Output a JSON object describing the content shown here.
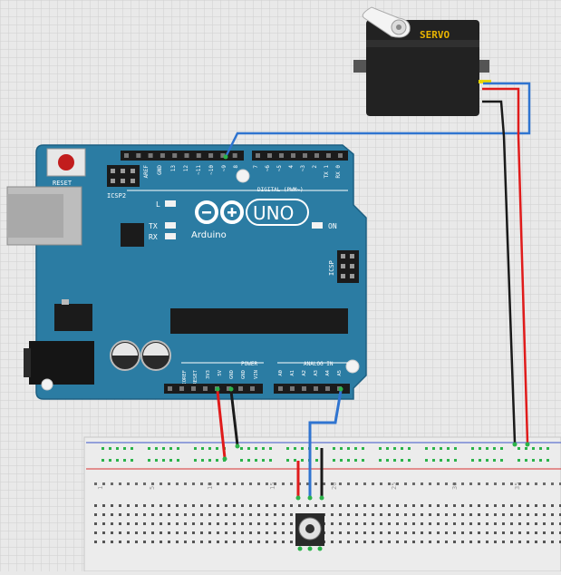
{
  "servo": {
    "label": "SERVO"
  },
  "arduino": {
    "reset_label": "RESET",
    "icsp2_label": "ICSP2",
    "icsp_label": "ICSP",
    "led_l_label": "L",
    "led_tx_label": "TX",
    "led_rx_label": "RX",
    "on_label": "ON",
    "model_label": "UNO",
    "brand_label": "Arduino",
    "digital_header_label": "DIGITAL (PWM~)",
    "power_header_label": "POWER",
    "analog_header_label": "ANALOG IN",
    "digital_pins": [
      "AREF",
      "GND",
      "13",
      "12",
      "~11",
      "~10",
      "~9",
      "8",
      "7",
      "~6",
      "~5",
      "4",
      "~3",
      "2",
      "TX 1",
      "RX 0"
    ],
    "power_pins": [
      "IOREF",
      "RESET",
      "3V3",
      "5V",
      "GND",
      "GND",
      "VIN"
    ],
    "analog_pins": [
      "A0",
      "A1",
      "A2",
      "A3",
      "A4",
      "A5"
    ]
  },
  "breadboard": {
    "column_numbers": [
      "1",
      "5",
      "10",
      "15",
      "20",
      "25",
      "30",
      "35"
    ]
  },
  "colors": {
    "background": "#e9e9e9",
    "grid": "#cfcfcf",
    "board": "#2b7ca3",
    "board_dark": "#1c5f82",
    "wire_red": "#e01b1b",
    "wire_black": "#1a1a1a",
    "wire_blue": "#2f74d0",
    "servo_body": "#222222",
    "servo_label": "#e8b400"
  }
}
